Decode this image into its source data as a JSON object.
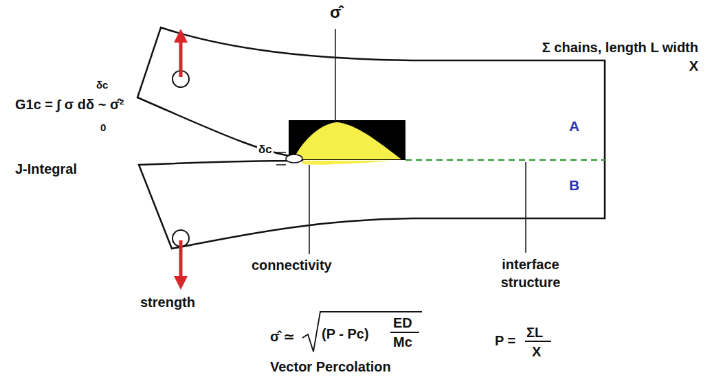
{
  "diagram": {
    "labels": [
      "σ̂",
      "Σ chains, length L width X",
      "A",
      "B",
      "δc",
      "G1c = ∫ σ dδ ~ σ̂²",
      "0",
      "J-Integral",
      "δc",
      "connectivity",
      "interface structure",
      "strength",
      "σ̂ ≃",
      "(P - Pc)",
      "ED",
      "Mc",
      "Vector Percolation",
      "P =",
      "ΣL",
      "X"
    ]
  }
}
